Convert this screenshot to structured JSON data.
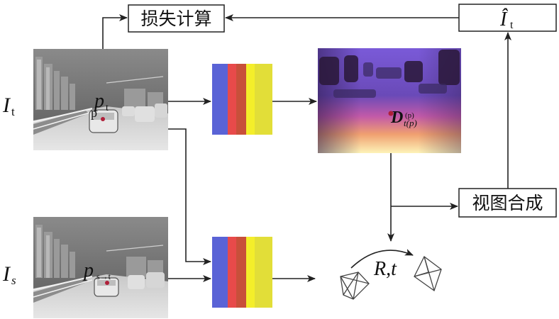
{
  "labels": {
    "loss_box": "损失计算",
    "view_synthesis_box": "视图合成",
    "target_image": "I",
    "target_image_sub": "t",
    "source_image": "I",
    "source_image_sub": "s",
    "reconstructed_image": "Î",
    "reconstructed_image_sub": "t",
    "point_target": "p",
    "point_target_sub": "t",
    "point_target_small": "p",
    "point_source": "p",
    "point_source_sub": "s→t",
    "depth": "D",
    "depth_sub": "t(p)",
    "depth_small": "(p)",
    "pose": "R,t"
  },
  "colors": {
    "net_blue": "#5a63d6",
    "net_red": "#e84a4a",
    "net_brown": "#c8503a",
    "net_yellow": "#f4ee2a",
    "net_yellow2": "#e2de38",
    "point_marker": "#b0203a",
    "arrow": "#222222"
  },
  "icons": [
    "thermal-image",
    "depth-map",
    "camera-frustum"
  ]
}
